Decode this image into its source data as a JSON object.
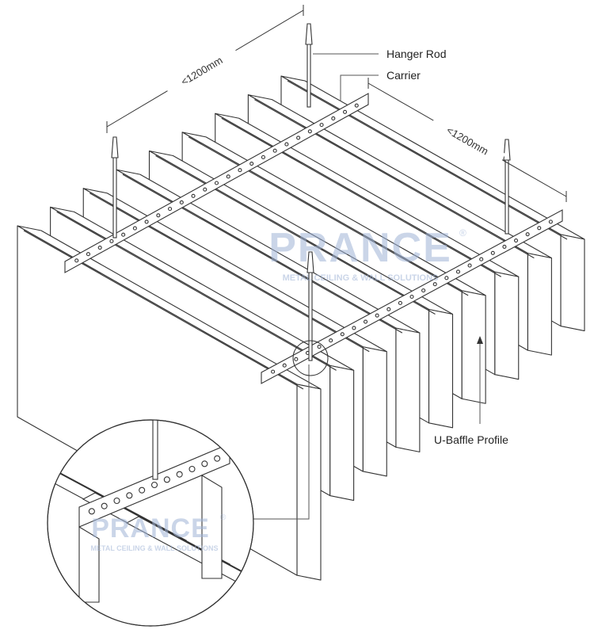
{
  "labels": {
    "hanger_rod": "Hanger Rod",
    "carrier": "Carrier",
    "u_baffle_profile": "U-Baffle Profile"
  },
  "dimensions": {
    "left_span": "<1200mm",
    "right_span": "<1200mm"
  },
  "watermark": {
    "brand": "PRANCE",
    "registered": "®",
    "tagline": "METAL CEILING & WALL SOLUTIONS"
  },
  "colors": {
    "line": "#333333",
    "watermark": "#9fb3d6"
  }
}
